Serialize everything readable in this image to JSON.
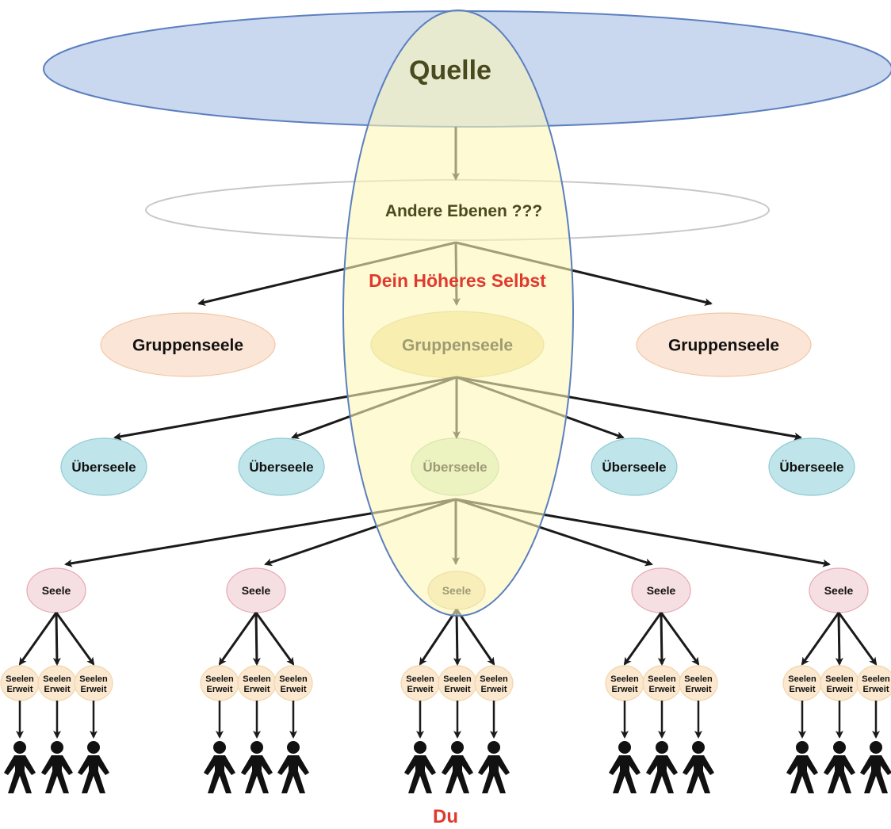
{
  "diagram": {
    "source_label": "Quelle",
    "other_levels_label": "Andere Ebenen  ???",
    "higher_self_label": "Dein Höheres Selbst",
    "you_label": "Du",
    "group_soul_label": "Gruppenseele",
    "oversoul_label": "Überseele",
    "soul_label": "Seele",
    "extension_label_top": "Seelen",
    "extension_label_bottom": "Erweit",
    "group_soul_count": 3,
    "oversoul_count": 5,
    "soul_count": 5,
    "extensions_per_soul": 3,
    "colors": {
      "source_fill": "#c9d7ef",
      "source_stroke": "#5b7fbf",
      "higher_self_fill": "#fbf6b8",
      "higher_self_stroke": "#5b7fbf",
      "group_soul_fill": "#fbe5d6",
      "group_soul_highlight_fill": "#f3e2a6",
      "oversoul_fill": "#bfe5ea",
      "oversoul_highlight_fill": "#d7ead0",
      "soul_fill": "#f6dfe2",
      "soul_highlight_fill": "#f3e2bd",
      "extension_fill": "#fbe8cf",
      "label_dark": "#4a4a1f",
      "label_red": "#e03a2e",
      "arrow": "#1a1a1a"
    }
  }
}
